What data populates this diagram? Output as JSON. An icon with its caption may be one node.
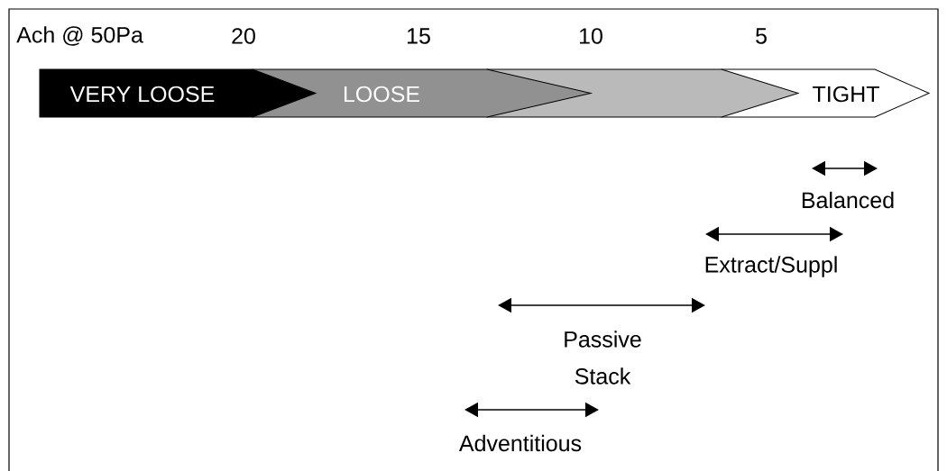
{
  "diagram": {
    "nodes": [
      {
        "text": [
          "VERY LOOSE"
        ]
      },
      {
        "text": [
          "LOOSE"
        ]
      },
      {
        "text": [],
        "shape": "chevron"
      },
      {
        "text": [
          "TIGHT"
        ]
      }
    ],
    "labels": [
      "Ach @ 50Pa",
      "20",
      "15",
      "10",
      "5",
      "Balanced",
      "Extract/Suppl",
      "Passive Stack",
      "Adventitious"
    ]
  }
}
